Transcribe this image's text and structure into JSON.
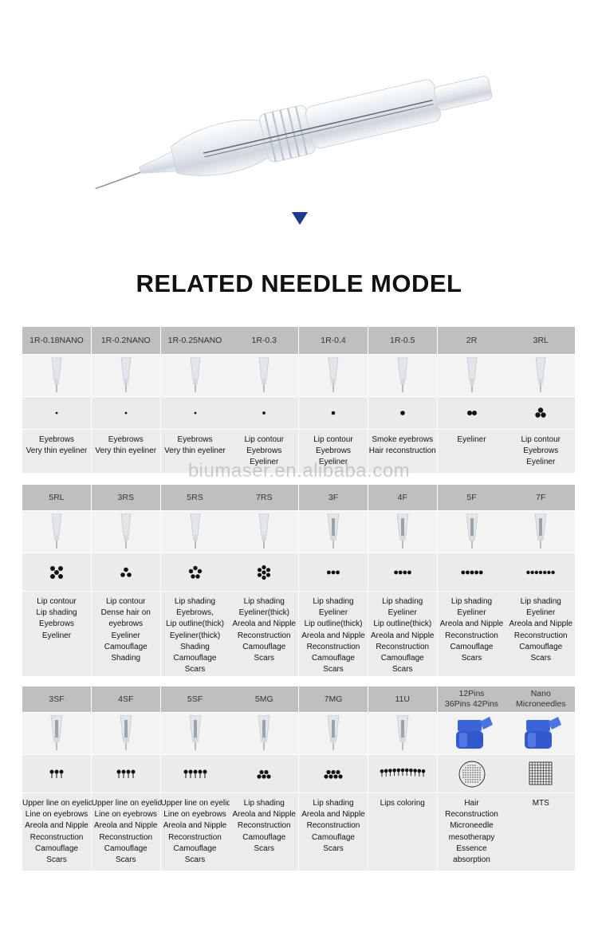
{
  "title": "RELATED NEEDLE MODEL",
  "watermark": "biumaser.en.alibaba.com",
  "colors": {
    "header_bg": "#bfbfbf",
    "cell_bg": "#ececec",
    "arrow": "#1b3a8f",
    "cartridge_blue": "#3b63d8"
  },
  "rows": [
    [
      {
        "name": "1R-0.18NANO",
        "dots": "r1",
        "desc": [
          "Eyebrows",
          "Very thin eyeliner"
        ]
      },
      {
        "name": "1R-0.2NANO",
        "dots": "r1",
        "desc": [
          "Eyebrows",
          "Very thin eyeliner"
        ]
      },
      {
        "name": "1R-0.25NANO",
        "dots": "r1",
        "desc": [
          "Eyebrows",
          "Very thin eyeliner"
        ]
      },
      {
        "name": "1R-0.3",
        "dots": "r1b",
        "desc": [
          "Lip contour",
          "Eyebrows",
          "Eyeliner"
        ]
      },
      {
        "name": "1R-0.4",
        "dots": "r1c",
        "desc": [
          "Lip contour",
          "Eyebrows",
          "Eyeliner"
        ]
      },
      {
        "name": "1R-0.5",
        "dots": "r1d",
        "desc": [
          "Smoke eyebrows",
          "Hair reconstruction"
        ]
      },
      {
        "name": "2R",
        "dots": "r2",
        "desc": [
          "Eyeliner"
        ]
      },
      {
        "name": "3RL",
        "dots": "rl3",
        "desc": [
          "Lip contour",
          "Eyebrows",
          "Eyeliner"
        ]
      }
    ],
    [
      {
        "name": "5RL",
        "dots": "rl5",
        "desc": [
          "Lip contour",
          "Lip shading",
          "Eyebrows",
          "Eyeliner"
        ]
      },
      {
        "name": "3RS",
        "dots": "rs3",
        "desc": [
          "Lip contour",
          "Dense hair on",
          "eyebrows",
          "Eyeliner",
          "Camouflage",
          "Shading"
        ]
      },
      {
        "name": "5RS",
        "dots": "rs5",
        "desc": [
          "Lip shading",
          "Eyebrows,",
          "Lip outline(thick)",
          "Eyeliner(thick)",
          "Shading",
          "Camouflage",
          "Scars"
        ]
      },
      {
        "name": "7RS",
        "dots": "rs7",
        "desc": [
          "Lip shading",
          "Eyeliner(thick)",
          "Areola and Nipple",
          "Reconstruction",
          "Camouflage",
          "Scars"
        ]
      },
      {
        "name": "3F",
        "dots": "f3",
        "desc": [
          "Lip shading",
          "Eyeliner",
          "Lip outline(thick)",
          "Areola and Nipple",
          "Reconstruction",
          "Camouflage",
          "Scars"
        ]
      },
      {
        "name": "4F",
        "dots": "f4",
        "desc": [
          "Lip shading",
          "Eyeliner",
          "Lip outline(thick)",
          "Areola and Nipple",
          "Reconstruction",
          "Camouflage",
          "Scars"
        ]
      },
      {
        "name": "5F",
        "dots": "f5",
        "desc": [
          "Lip shading",
          "Eyeliner",
          "Areola and Nipple",
          "Reconstruction",
          "Camouflage",
          "Scars"
        ]
      },
      {
        "name": "7F",
        "dots": "f7",
        "desc": [
          "Lip shading",
          "Eyeliner",
          "Areola and Nipple",
          "Reconstruction",
          "Camouflage",
          "Scars"
        ]
      }
    ],
    [
      {
        "name": "3SF",
        "dots": "sf3",
        "desc": [
          "Upper line on eyelid",
          "Line on eyebrows",
          "Areola and Nipple",
          "Reconstruction",
          "Camouflage",
          "Scars"
        ]
      },
      {
        "name": "4SF",
        "dots": "sf4",
        "desc": [
          "Upper line on eyelid",
          "Line on eyebrows",
          "Areola and Nipple",
          "Reconstruction",
          "Camouflage",
          "Scars"
        ]
      },
      {
        "name": "5SF",
        "dots": "sf5",
        "desc": [
          "Upper line on eyelid",
          "Line on eyebrows",
          "Areola and Nipple",
          "Reconstruction",
          "Camouflage",
          "Scars"
        ]
      },
      {
        "name": "5MG",
        "dots": "mg5",
        "desc": [
          "Lip shading",
          "Areola and Nipple",
          "Reconstruction",
          "Camouflage",
          "Scars"
        ]
      },
      {
        "name": "7MG",
        "dots": "mg7",
        "desc": [
          "Lip shading",
          "Areola and Nipple",
          "Reconstruction",
          "Camouflage",
          "Scars"
        ]
      },
      {
        "name": "11U",
        "dots": "u11",
        "desc": [
          "Lips coloring"
        ]
      },
      {
        "name": "12Pins\n36Pins 42Pins",
        "dots": "pins",
        "desc": [
          "Hair",
          "Reconstruction",
          "Microneedle",
          "mesotherapy",
          "Essence",
          "absorption"
        ]
      },
      {
        "name": "Nano\nMicroneedles",
        "dots": "nano",
        "desc": [
          "MTS"
        ]
      }
    ]
  ]
}
